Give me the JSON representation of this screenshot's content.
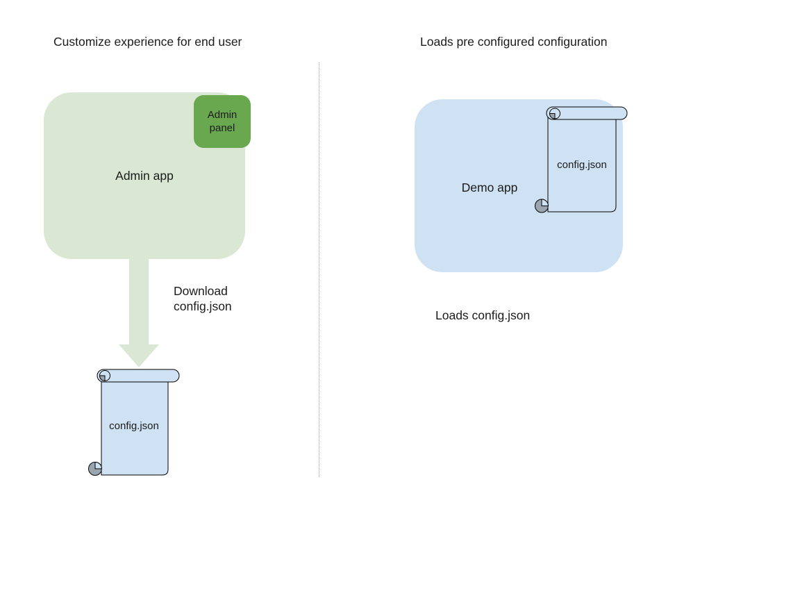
{
  "diagram": {
    "left": {
      "title": "Customize experience for end user",
      "app_label": "Admin app",
      "panel_label": "Admin panel",
      "arrow_label_line1": "Download",
      "arrow_label_line2": "config.json",
      "file_label": "config.json"
    },
    "right": {
      "title": "Loads pre configured configuration",
      "app_label": "Demo app",
      "file_label": "config.json",
      "caption": "Loads config.json"
    },
    "colors": {
      "app_green_light": "#d9e7d3",
      "app_green_dark": "#6aa84f",
      "app_blue_light": "#cfe2f3",
      "scroll_curl_gray": "#9aa5af",
      "outline_black": "#000000",
      "divider_gray": "#9e9e9e",
      "text_color": "#1b1b1b"
    }
  }
}
